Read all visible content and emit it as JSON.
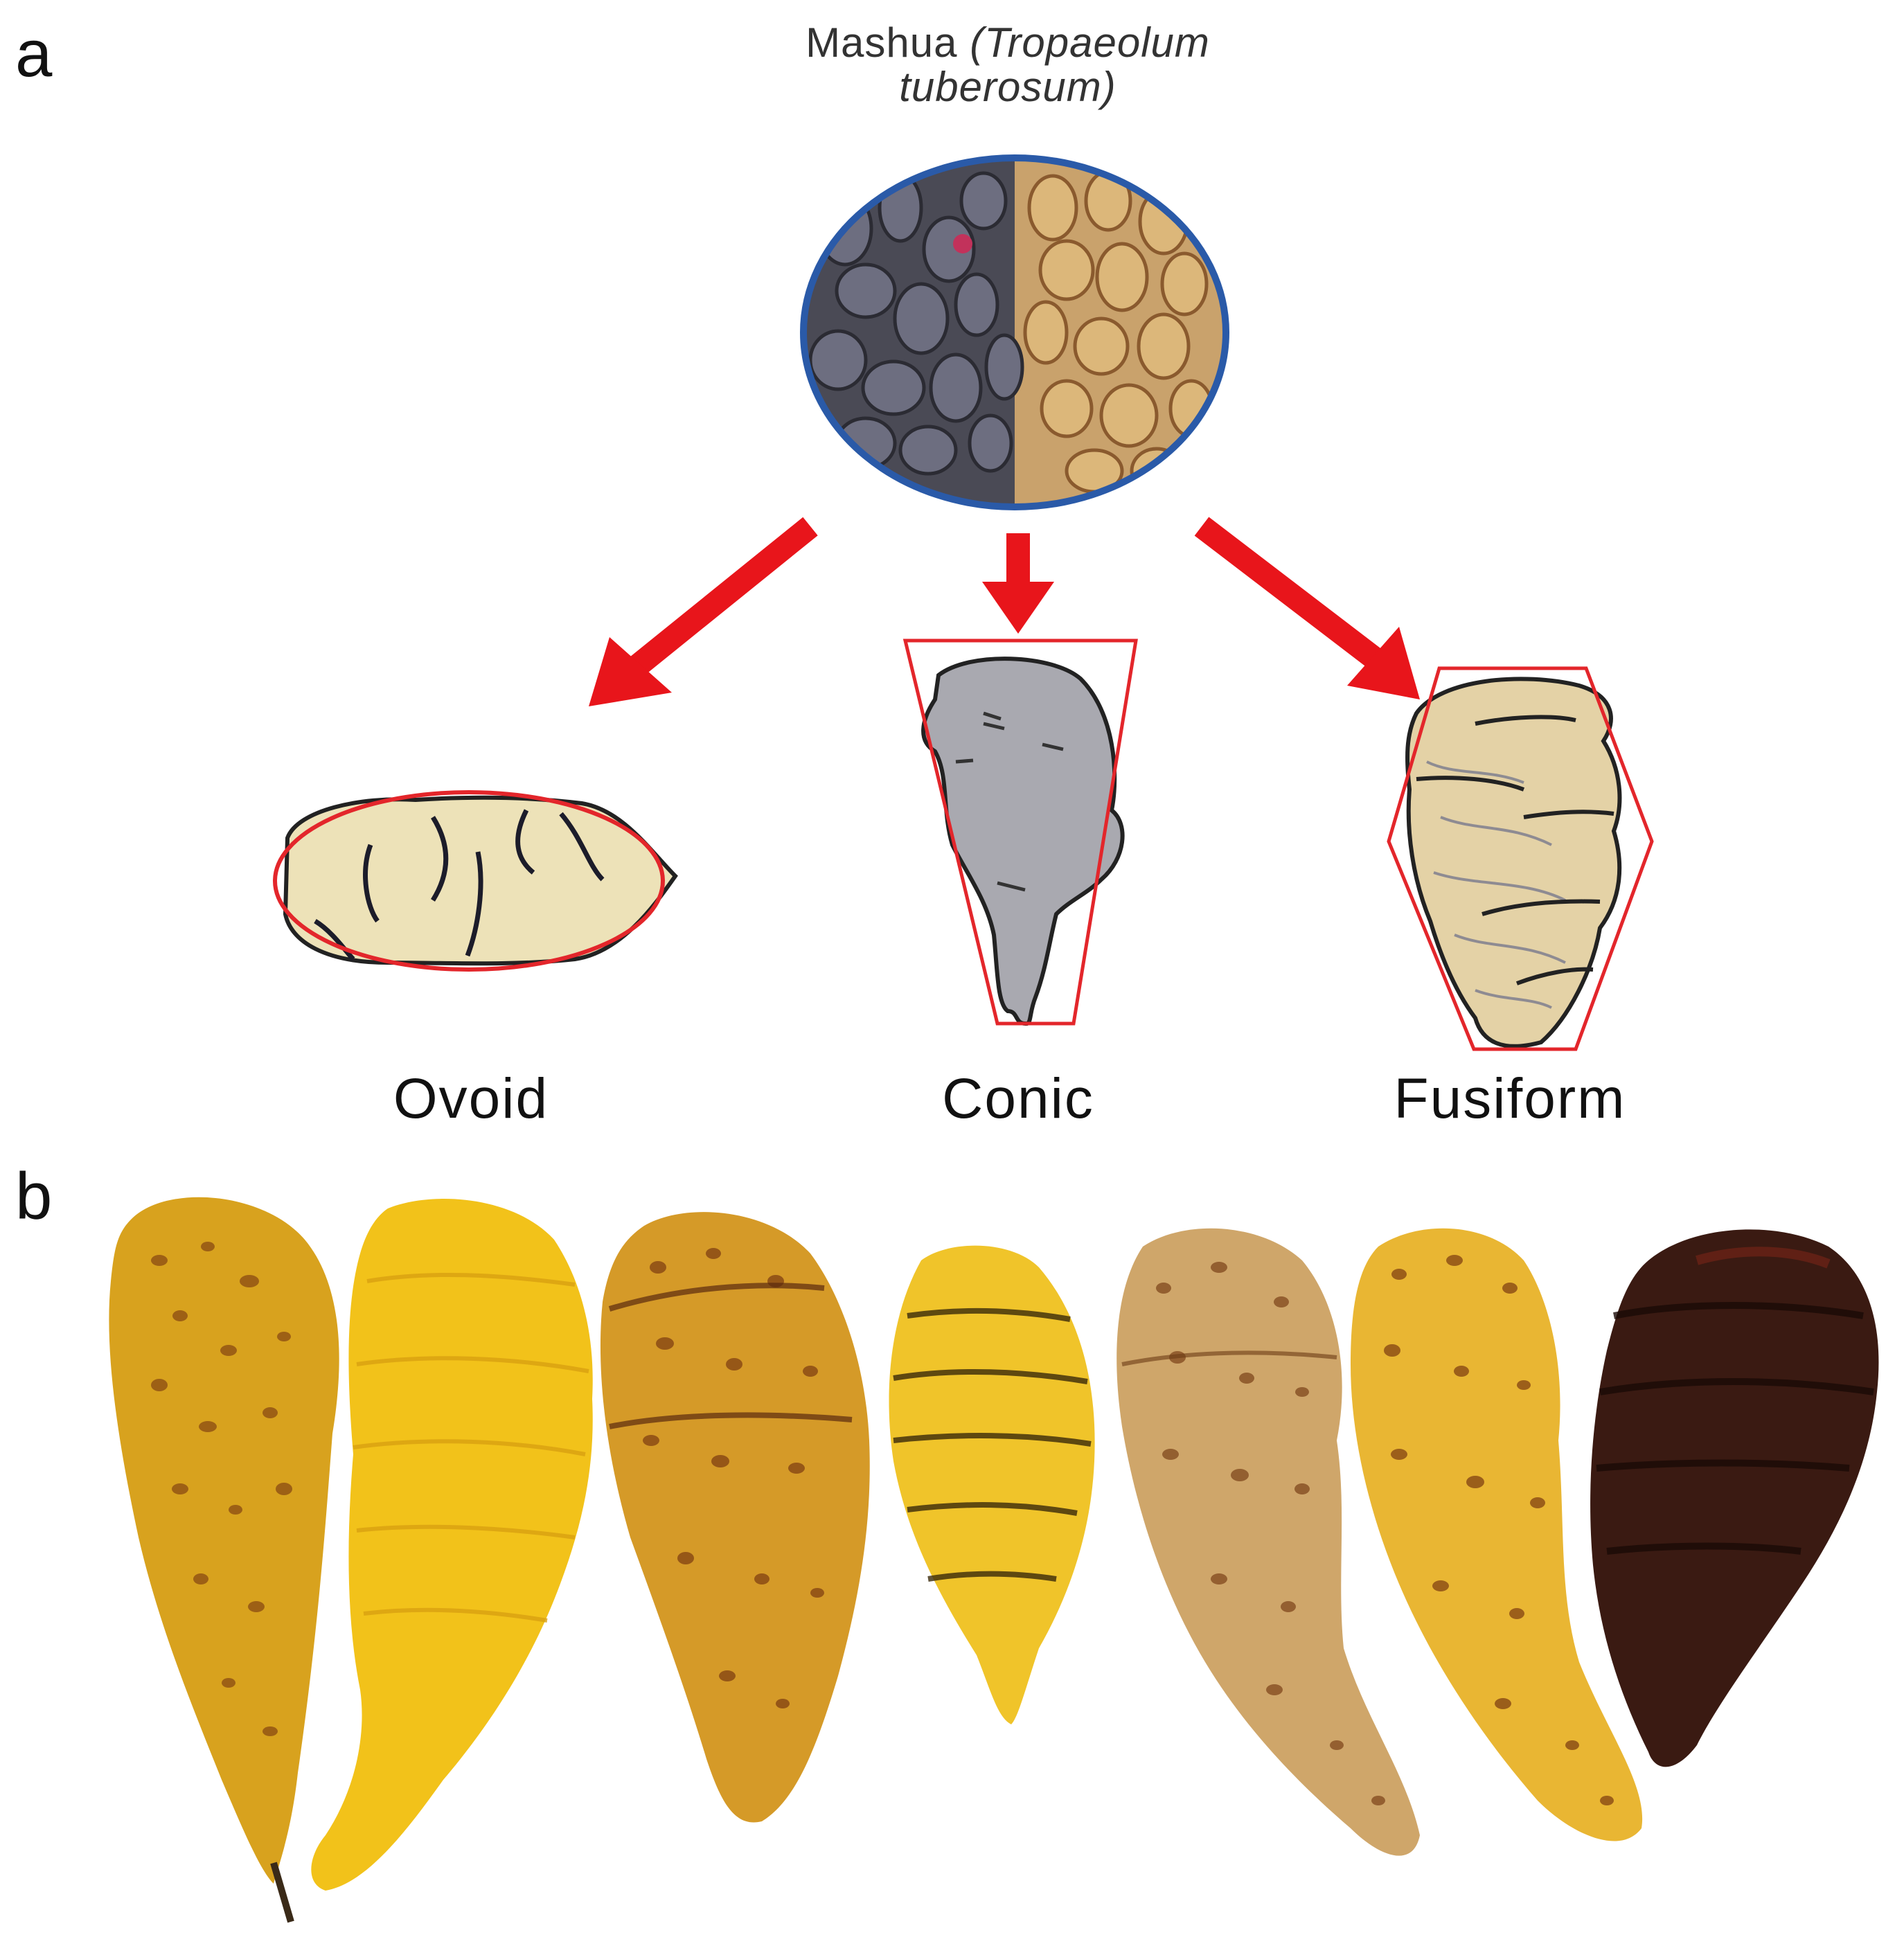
{
  "panels": {
    "a": "a",
    "b": "b"
  },
  "title": {
    "prefix": "Mashua ",
    "scientific": "(Tropaeolum tuberosum)"
  },
  "shapes": [
    {
      "label": "Ovoid"
    },
    {
      "label": "Conic"
    },
    {
      "label": "Fusiform"
    }
  ],
  "colors": {
    "arrow": "#e8151b",
    "outline_frame": "#e3262b",
    "circle_border": "#2a5aa8"
  },
  "photo_tubers_colors": [
    "#d8a21e",
    "#f2c21a",
    "#d59a28",
    "#f0c42a",
    "#cfa66a",
    "#e9b633",
    "#3a1a12"
  ]
}
